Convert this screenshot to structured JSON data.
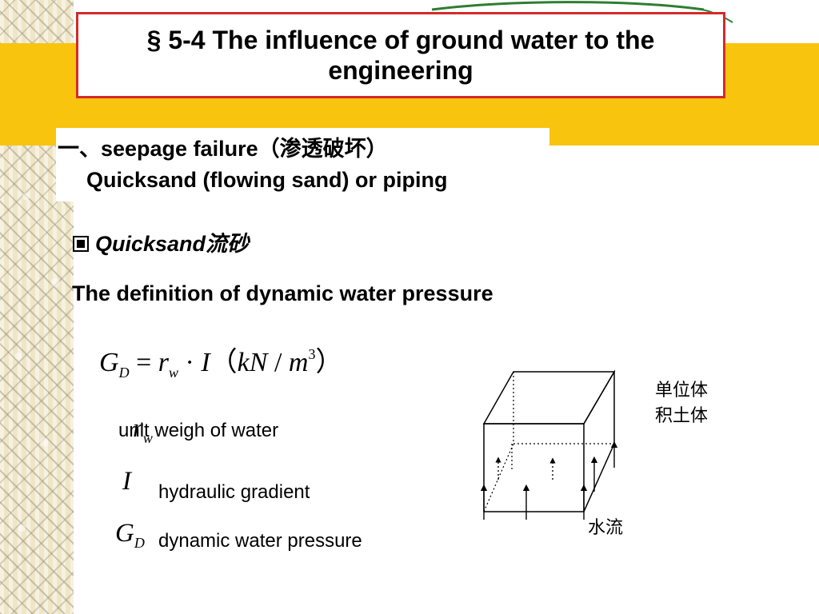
{
  "slide": {
    "title": "§ 5-4   The influence of ground water to the engineering",
    "section_heading": "一、seepage failure（渗透破坏）",
    "subheading": "Quicksand (flowing sand) or piping",
    "quicksand_label": "Quicksand流砂",
    "definition_text": "The definition of dynamic water pressure"
  },
  "formula": {
    "g": "G",
    "g_sub": "D",
    "equals": " = ",
    "r": "r",
    "r_sub": "w",
    "dot": " · ",
    "i": "I",
    "paren_open": "（",
    "kn": "kN",
    "slash": " / ",
    "m": "m",
    "m_exp": "3",
    "paren_close": "）"
  },
  "terms": {
    "rw_symbol": "r",
    "rw_sub": "w",
    "rw_desc": "unit weigh of water",
    "i_symbol": "I",
    "i_desc": "hydraulic gradient",
    "gd_symbol": "G",
    "gd_sub": "D",
    "gd_desc": "dynamic water pressure"
  },
  "diagram": {
    "unit_volume_label_line1": "单位体",
    "unit_volume_label_line2": "积土体",
    "flow_label": "水流"
  },
  "colors": {
    "background": "#ffffff",
    "yellow_band": "#f8c40d",
    "title_border": "#d42a2a",
    "decorative_green": "#2e7d32",
    "left_pattern": "#efe6c8",
    "text": "#000000"
  }
}
